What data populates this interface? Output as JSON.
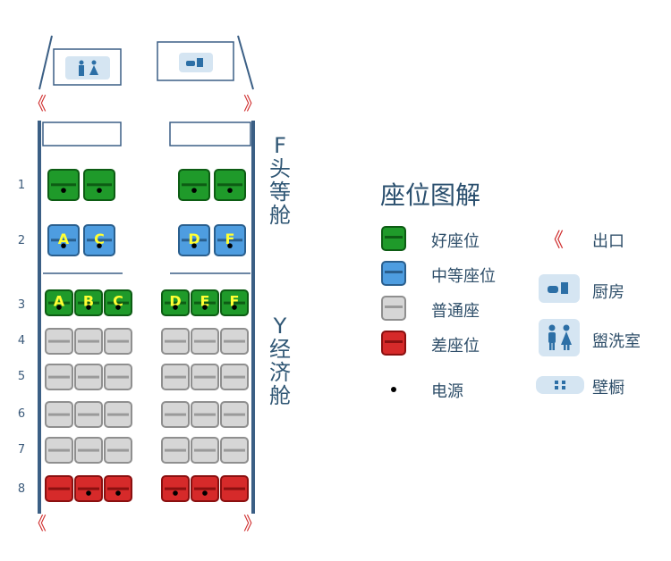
{
  "cabin": {
    "first_class_label": "F 头等舱",
    "first_class_chars": [
      "F",
      "头",
      "等",
      "舱"
    ],
    "economy_label": "Y 经济舱",
    "economy_chars": [
      "Y",
      "经",
      "济",
      "舱"
    ]
  },
  "rows": [
    "1",
    "2",
    "3",
    "4",
    "5",
    "6",
    "7",
    "8"
  ],
  "seat_letters": {
    "row2": [
      "A",
      "C",
      "D",
      "F"
    ],
    "row3": [
      "A",
      "B",
      "C",
      "D",
      "E",
      "F"
    ]
  },
  "exit_symbol": "《",
  "icons": {
    "lavatory": "lavatory-icon",
    "galley": "galley-icon",
    "closet": "closet-icon",
    "power": "power-dot-icon"
  },
  "legend": {
    "title": "座位图解",
    "items": {
      "good": "好座位",
      "medium": "中等座位",
      "standard": "普通座",
      "poor": "差座位",
      "power": "电源",
      "exit": "出口",
      "galley": "厨房",
      "lavatory": "盥洗室",
      "closet": "壁橱"
    }
  },
  "colors": {
    "good": "#1f9a2a",
    "medium": "#4e9de0",
    "standard": "#c8c8c8",
    "poor": "#d62a2a",
    "exit": "#d03030",
    "frame": "#3b5f85",
    "label": "#2f5674"
  }
}
